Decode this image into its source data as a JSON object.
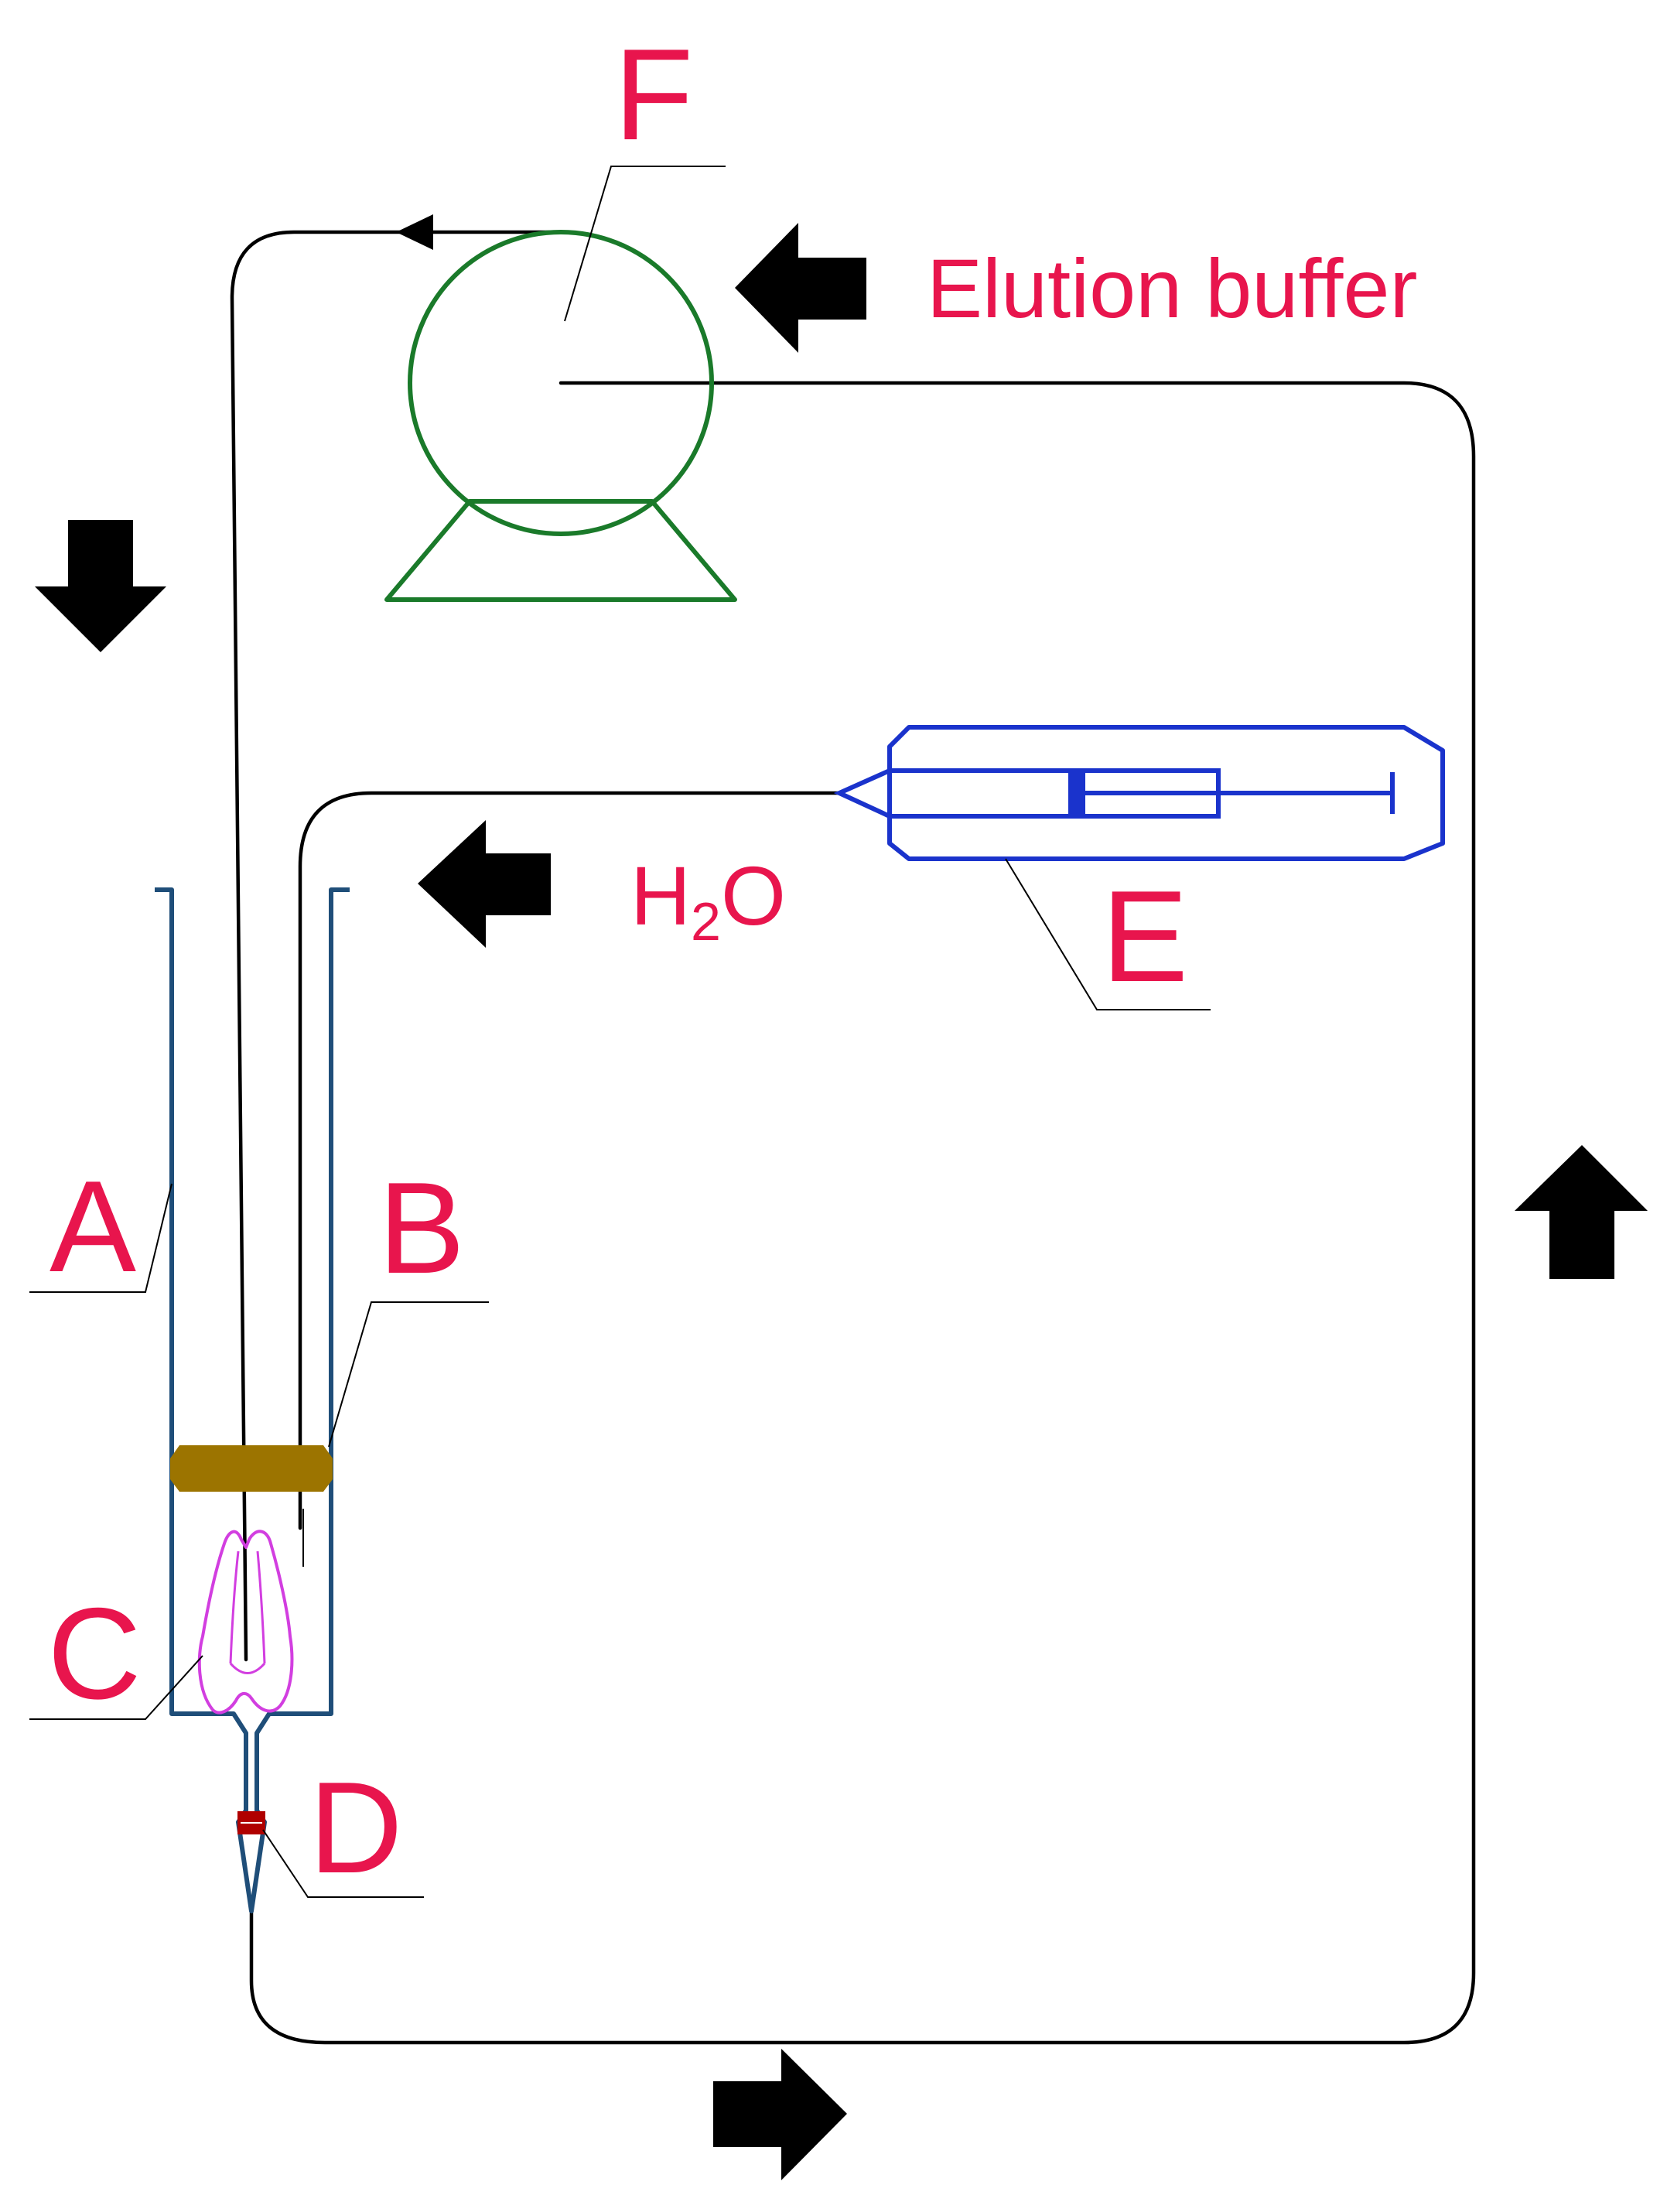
{
  "labels": {
    "A": "A",
    "B": "B",
    "C": "C",
    "D": "D",
    "E": "E",
    "F": "F",
    "elution_buffer": "Elution buffer",
    "water_main": "H",
    "water_sub": "2",
    "water_tail": "O"
  },
  "colors": {
    "label": "#e8154d",
    "pump": "#1a7a2a",
    "syringe": "#1a33cc",
    "chamber": "#1f4e79",
    "seal": "#9c7400",
    "tooth": "#d23ee0",
    "filter": "#b00000",
    "tubing": "#000000"
  },
  "components": {
    "pump": "pump-icon",
    "syringe": "syringe-icon",
    "chamber": "chamber-icon",
    "seal": "seal-icon",
    "tooth": "tooth-icon",
    "filter": "filter-icon"
  }
}
